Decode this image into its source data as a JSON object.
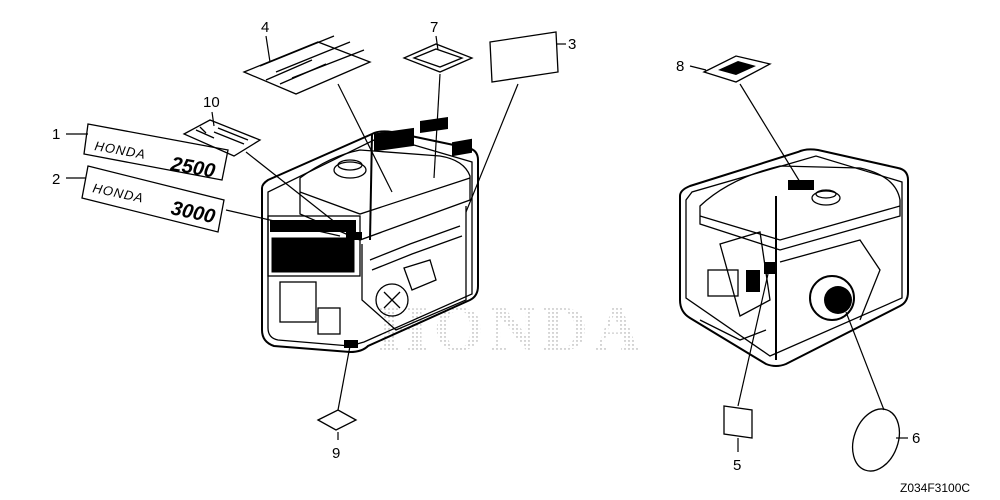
{
  "diagram": {
    "watermark": "HONDA",
    "drawing_code": "Z034F3100C",
    "callouts": [
      "1",
      "2",
      "3",
      "4",
      "5",
      "6",
      "7",
      "8",
      "9",
      "10"
    ],
    "label_1": {
      "brand": "HONDA",
      "model": "2500"
    },
    "label_2": {
      "brand": "HONDA",
      "model": "3000"
    }
  }
}
